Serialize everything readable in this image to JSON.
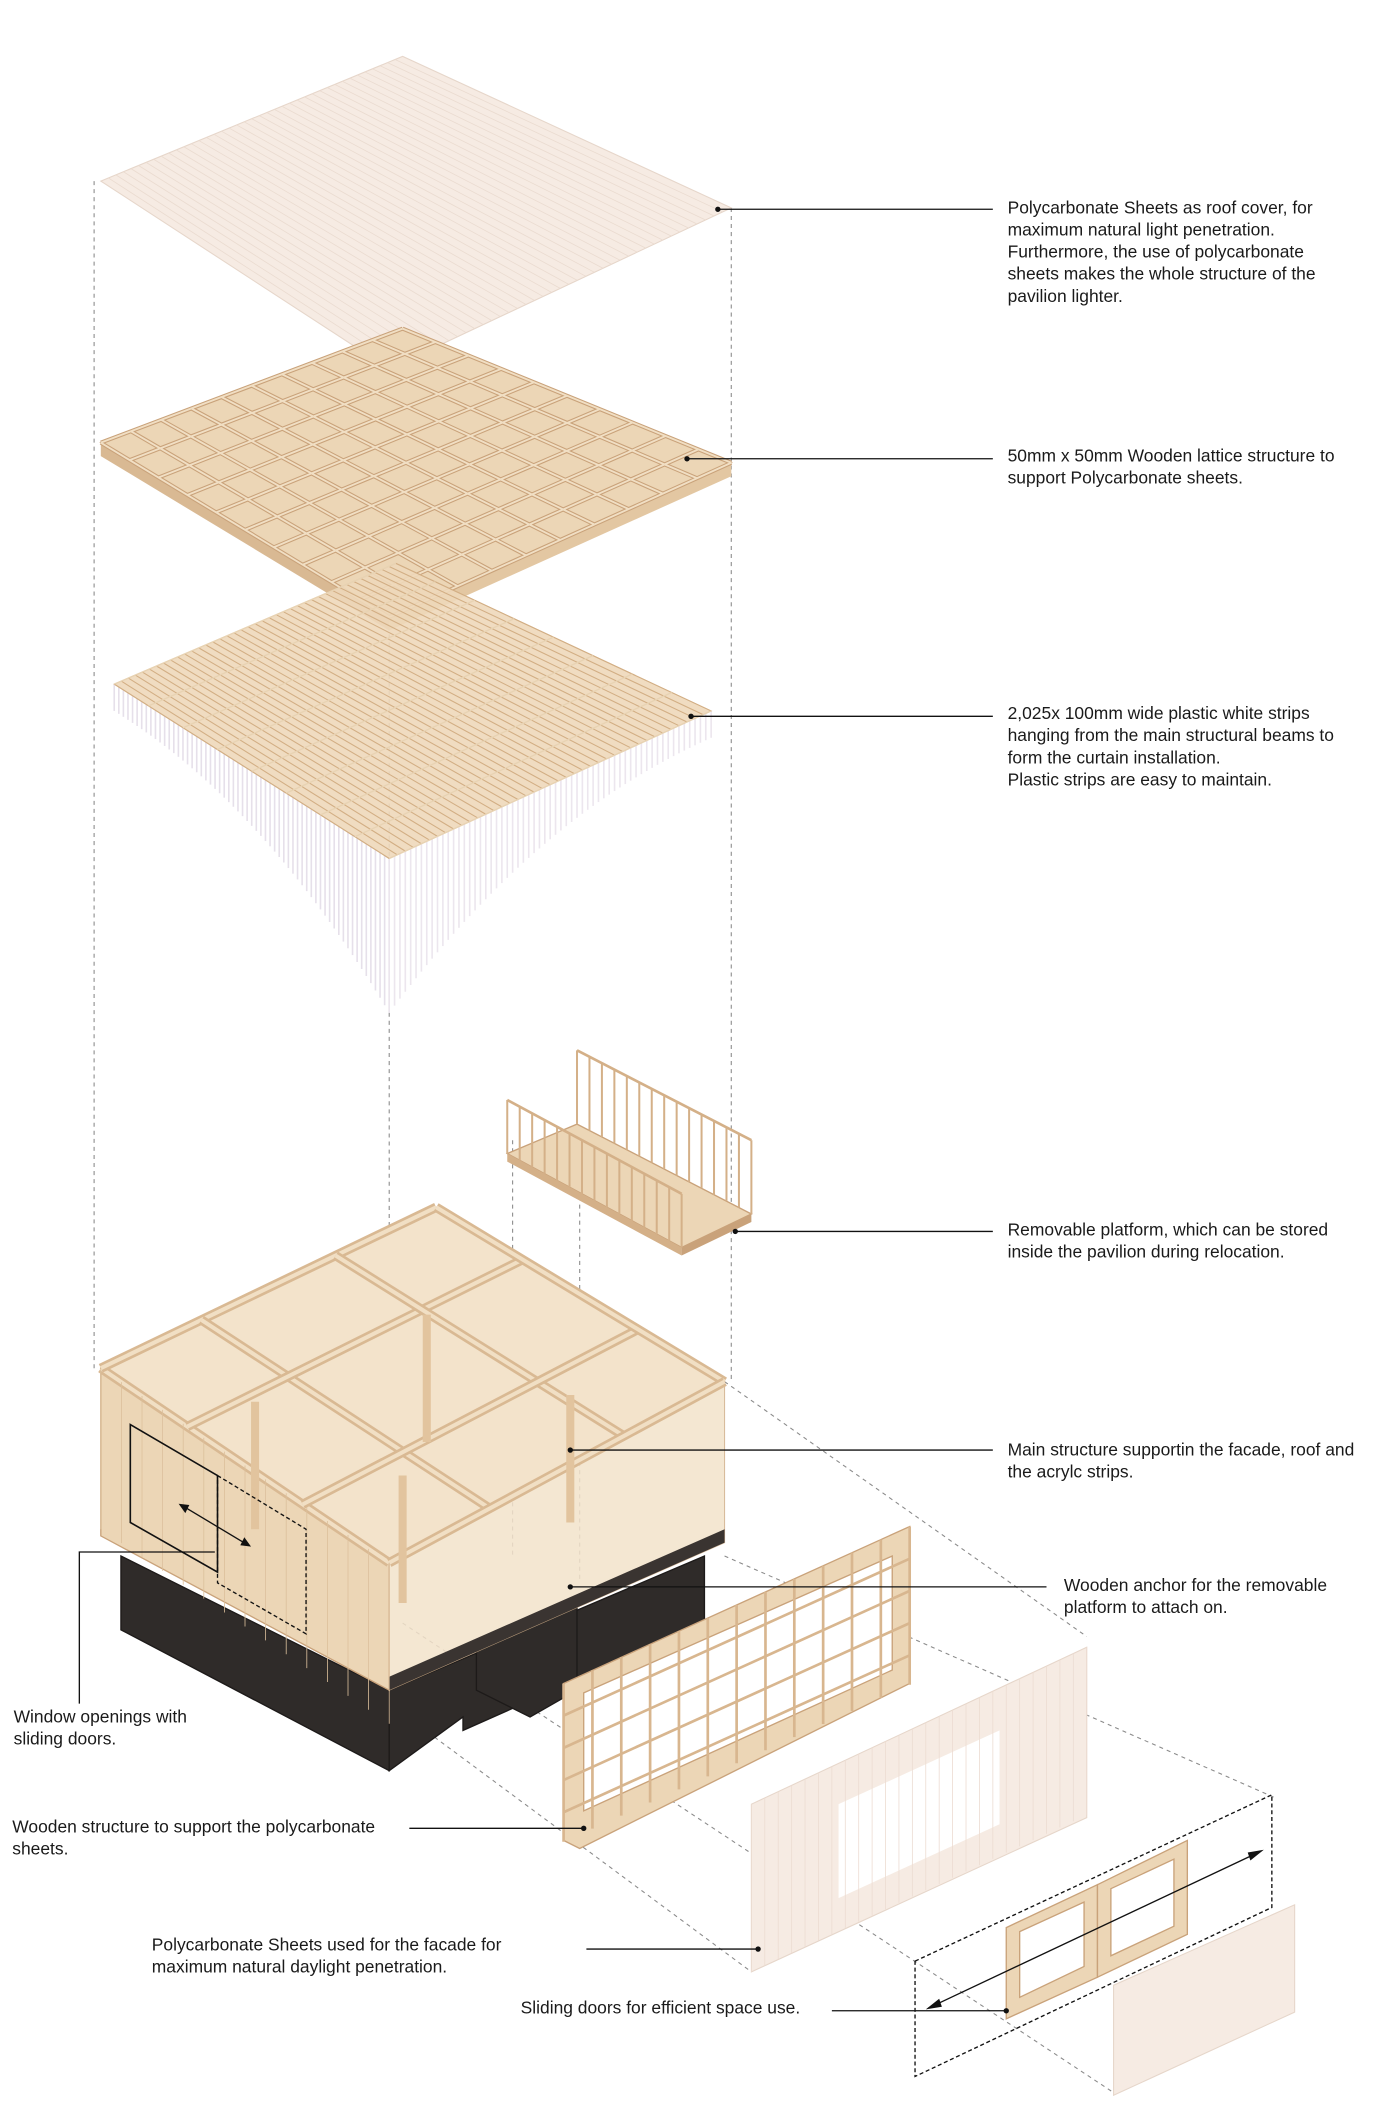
{
  "title": "Exploded axonometric of pavilion components",
  "annotations": [
    {
      "id": "roof-polycarbonate",
      "lines": [
        "Polycarbonate Sheets as roof cover, for",
        "maximum  natural light penetration.",
        "Furthermore, the use of polycarbonate",
        "sheets makes the whole structure of the",
        "pavilion lighter."
      ]
    },
    {
      "id": "wooden-lattice",
      "lines": [
        "50mm x 50mm Wooden lattice structure to",
        "support Polycarbonate sheets."
      ]
    },
    {
      "id": "plastic-strips",
      "lines": [
        "2,025x 100mm wide plastic white strips",
        "hanging from the main structural beams to",
        "form the curtain installation.",
        "Plastic strips are easy to maintain."
      ]
    },
    {
      "id": "removable-platform",
      "lines": [
        "Removable platform, which can be stored",
        "inside the pavilion during relocation."
      ]
    },
    {
      "id": "main-structure",
      "lines": [
        "Main structure supportin the facade, roof and",
        "the acrylc strips."
      ]
    },
    {
      "id": "wooden-anchor",
      "lines": [
        "Wooden anchor for the removable",
        "platform to attach on."
      ]
    },
    {
      "id": "window-openings",
      "lines": [
        "Window openings with",
        "sliding doors."
      ]
    },
    {
      "id": "facade-wooden-structure",
      "lines": [
        "Wooden structure to support the polycarbonate",
        "sheets."
      ]
    },
    {
      "id": "facade-polycarbonate",
      "lines": [
        "Polycarbonate Sheets used for the facade for",
        "maximum natural daylight penetration."
      ]
    },
    {
      "id": "sliding-doors",
      "lines": [
        "Sliding doors for  efficient space use."
      ]
    }
  ],
  "colors": {
    "wood": "#ecd6b6",
    "polycarbonate": "#f6ebe3",
    "base": "#2f2b29",
    "leader": "#111111"
  }
}
